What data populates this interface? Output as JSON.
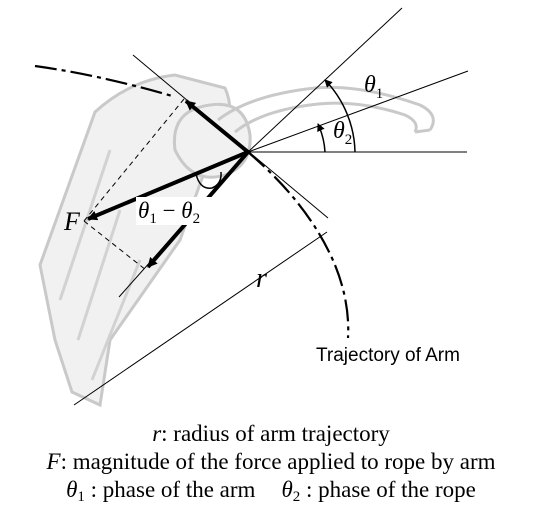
{
  "diagram": {
    "labels": {
      "theta1": "θ",
      "theta1_sub": "1",
      "theta2": "θ",
      "theta2_sub": "2",
      "force": "F",
      "radius": "r",
      "diff_a": "θ",
      "diff_a_sub": "1",
      "diff_minus": " − ",
      "diff_b": "θ",
      "diff_b_sub": "2",
      "trajectory": "Trajectory of Arm"
    },
    "colors": {
      "line": "#000000",
      "device_fill": "#f1f1f1",
      "device_stroke": "#c9c9c9"
    }
  },
  "captions": {
    "line1_sym": "r",
    "line1_text": ": radius of arm trajectory",
    "line2_sym": "F",
    "line2_text": ": magnitude of the force applied to rope by arm",
    "line3_sym1": "θ",
    "line3_sub1": "1",
    "line3_text1": " : phase of the arm",
    "line3_sym2": "θ",
    "line3_sub2": "2",
    "line3_text2": " : phase of the rope"
  }
}
